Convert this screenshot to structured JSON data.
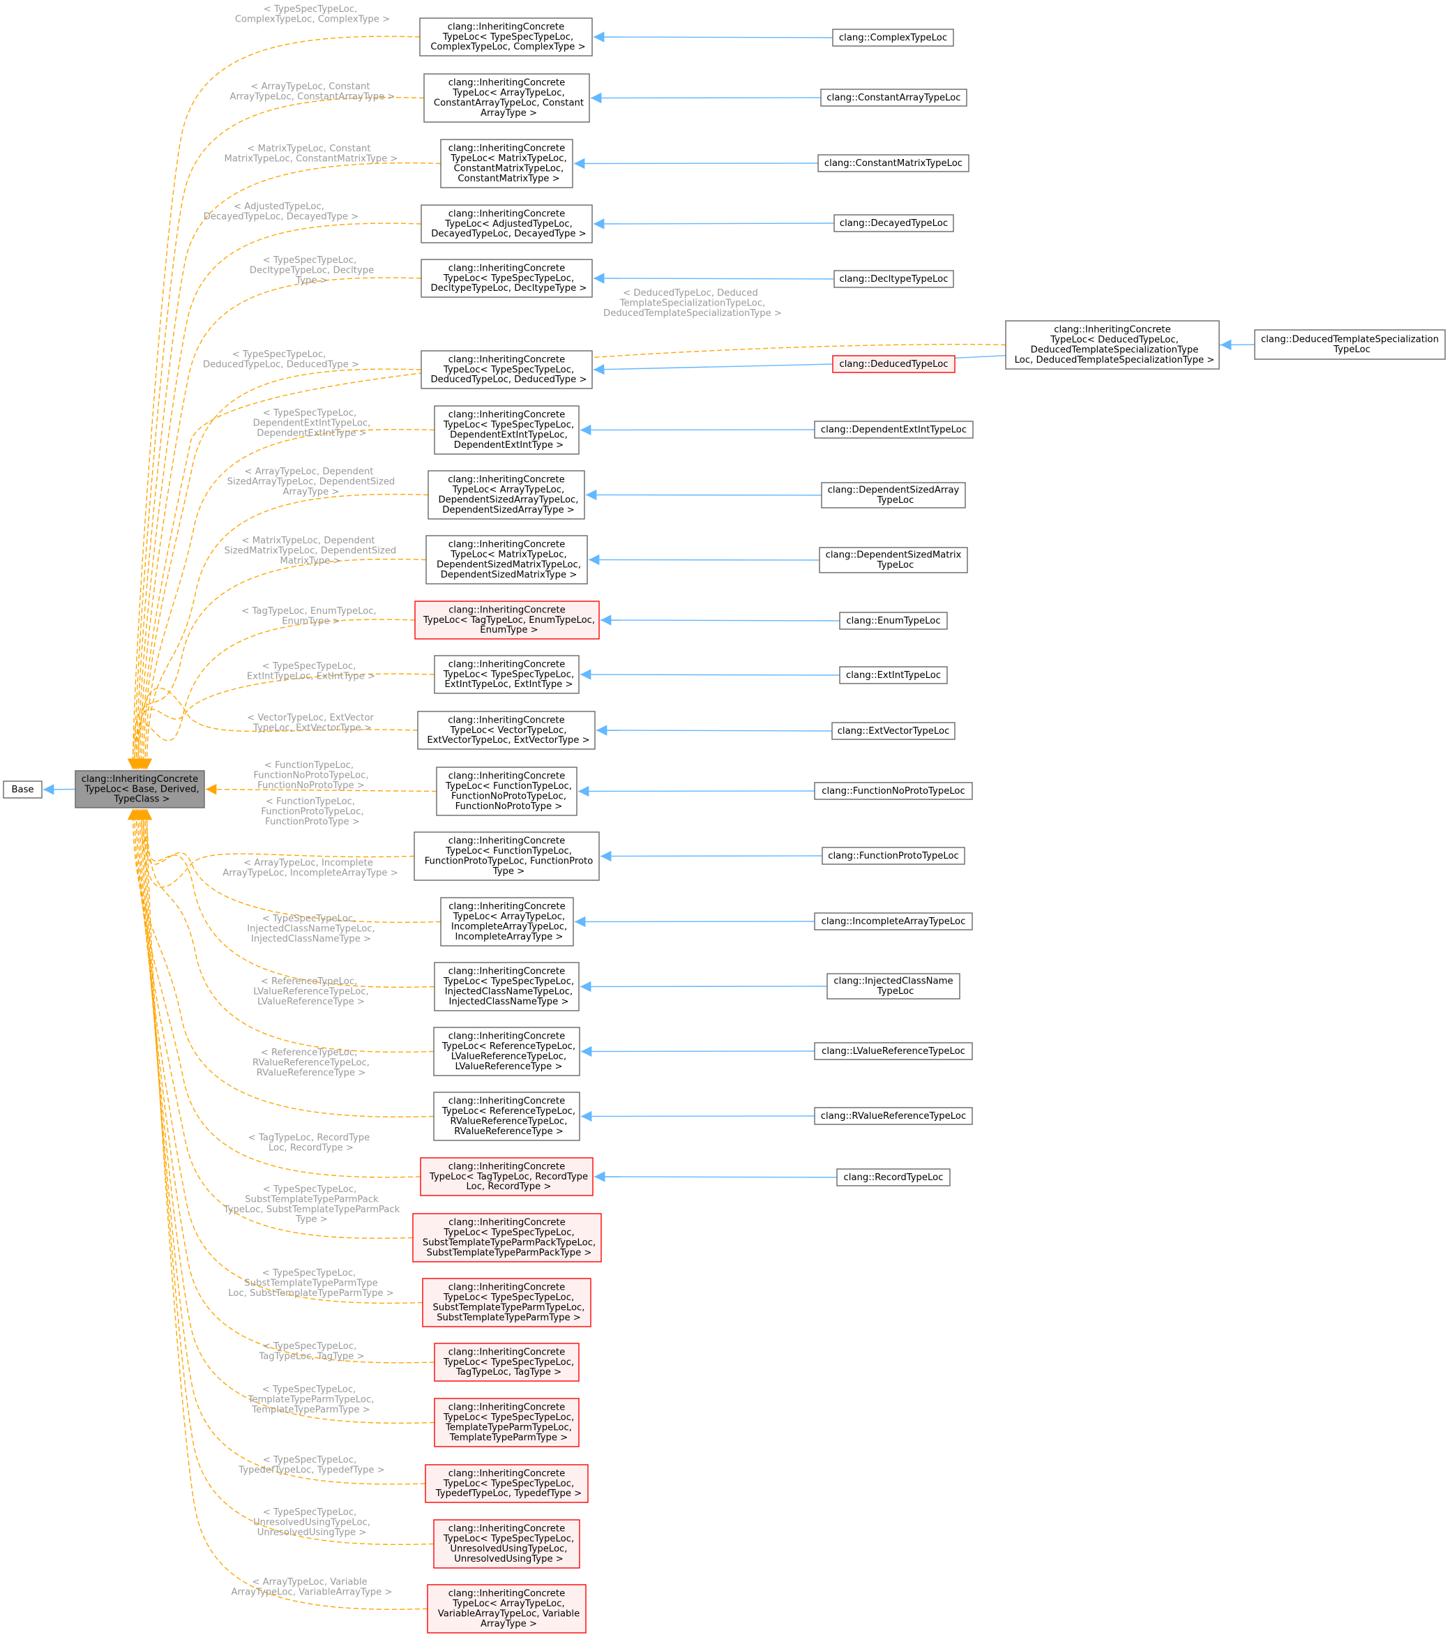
{
  "colors": {
    "normal_fill": "#ffffff",
    "normal_stroke": "#666666",
    "undocumented_fill": "#fff0f0",
    "undocumented_stroke": "#ff0000",
    "focus_fill": "#999999",
    "focus_stroke": "#666666",
    "inherit_edge": "#63b8ff",
    "template_edge": "#ffa500",
    "edge_label": "#9a9a9a"
  },
  "nodes": [
    {
      "id": "base",
      "lines": [
        "Base"
      ]
    },
    {
      "id": "main",
      "lines": [
        "clang::InheritingConcrete",
        "TypeLoc< Base, Derived,",
        "TypeClass >"
      ]
    },
    {
      "id": "t1",
      "lines": [
        "clang::InheritingConcrete",
        "TypeLoc< TypeSpecTypeLoc,",
        "ComplexTypeLoc, ComplexType >"
      ]
    },
    {
      "id": "t2",
      "lines": [
        "clang::InheritingConcrete",
        "TypeLoc< ArrayTypeLoc,",
        "ConstantArrayTypeLoc, Constant",
        "ArrayType >"
      ]
    },
    {
      "id": "t3",
      "lines": [
        "clang::InheritingConcrete",
        "TypeLoc< MatrixTypeLoc,",
        "ConstantMatrixTypeLoc,",
        "ConstantMatrixType >"
      ]
    },
    {
      "id": "t4",
      "lines": [
        "clang::InheritingConcrete",
        "TypeLoc< AdjustedTypeLoc,",
        "DecayedTypeLoc, DecayedType >"
      ]
    },
    {
      "id": "t5",
      "lines": [
        "clang::InheritingConcrete",
        "TypeLoc< TypeSpecTypeLoc,",
        "DecltypeTypeLoc, DecltypeType >"
      ]
    },
    {
      "id": "t6",
      "lines": [
        "clang::InheritingConcrete",
        "TypeLoc< DeducedTypeLoc,",
        "DeducedTemplateSpecializationType",
        "Loc, DeducedTemplateSpecializationType >"
      ]
    },
    {
      "id": "t7",
      "lines": [
        "clang::InheritingConcrete",
        "TypeLoc< TypeSpecTypeLoc,",
        "DeducedTypeLoc, DeducedType >"
      ]
    },
    {
      "id": "t8",
      "lines": [
        "clang::InheritingConcrete",
        "TypeLoc< TypeSpecTypeLoc,",
        "DependentExtIntTypeLoc,",
        "DependentExtIntType >"
      ]
    },
    {
      "id": "t9",
      "lines": [
        "clang::InheritingConcrete",
        "TypeLoc< ArrayTypeLoc,",
        "DependentSizedArrayTypeLoc,",
        "DependentSizedArrayType >"
      ]
    },
    {
      "id": "t10",
      "lines": [
        "clang::InheritingConcrete",
        "TypeLoc< MatrixTypeLoc,",
        "DependentSizedMatrixTypeLoc,",
        "DependentSizedMatrixType >"
      ]
    },
    {
      "id": "t11",
      "lines": [
        "clang::InheritingConcrete",
        "TypeLoc< TagTypeLoc, EnumTypeLoc,",
        "EnumType >"
      ]
    },
    {
      "id": "t12",
      "lines": [
        "clang::InheritingConcrete",
        "TypeLoc< TypeSpecTypeLoc,",
        "ExtIntTypeLoc, ExtIntType >"
      ]
    },
    {
      "id": "t13",
      "lines": [
        "clang::InheritingConcrete",
        "TypeLoc< VectorTypeLoc,",
        "ExtVectorTypeLoc, ExtVectorType >"
      ]
    },
    {
      "id": "t14",
      "lines": [
        "clang::InheritingConcrete",
        "TypeLoc< FunctionTypeLoc,",
        "FunctionNoProtoTypeLoc,",
        "FunctionNoProtoType >"
      ]
    },
    {
      "id": "t15",
      "lines": [
        "clang::InheritingConcrete",
        "TypeLoc< FunctionTypeLoc,",
        "FunctionProtoTypeLoc, FunctionProto",
        "Type >"
      ]
    },
    {
      "id": "t16",
      "lines": [
        "clang::InheritingConcrete",
        "TypeLoc< ArrayTypeLoc,",
        "IncompleteArrayTypeLoc,",
        "IncompleteArrayType >"
      ]
    },
    {
      "id": "t17",
      "lines": [
        "clang::InheritingConcrete",
        "TypeLoc< TypeSpecTypeLoc,",
        "InjectedClassNameTypeLoc,",
        "InjectedClassNameType >"
      ]
    },
    {
      "id": "t18",
      "lines": [
        "clang::InheritingConcrete",
        "TypeLoc< ReferenceTypeLoc,",
        "LValueReferenceTypeLoc,",
        "LValueReferenceType >"
      ]
    },
    {
      "id": "t19",
      "lines": [
        "clang::InheritingConcrete",
        "TypeLoc< ReferenceTypeLoc,",
        "RValueReferenceTypeLoc,",
        "RValueReferenceType >"
      ]
    },
    {
      "id": "t20",
      "lines": [
        "clang::InheritingConcrete",
        "TypeLoc< TagTypeLoc, RecordType",
        "Loc, RecordType >"
      ]
    },
    {
      "id": "t21",
      "lines": [
        "clang::InheritingConcrete",
        "TypeLoc< TypeSpecTypeLoc,",
        "SubstTemplateTypeParmPackTypeLoc,",
        "SubstTemplateTypeParmPackType >"
      ]
    },
    {
      "id": "t22",
      "lines": [
        "clang::InheritingConcrete",
        "TypeLoc< TypeSpecTypeLoc,",
        "SubstTemplateTypeParmTypeLoc,",
        "SubstTemplateTypeParmType >"
      ]
    },
    {
      "id": "t23",
      "lines": [
        "clang::InheritingConcrete",
        "TypeLoc< TypeSpecTypeLoc,",
        "TagTypeLoc, TagType >"
      ]
    },
    {
      "id": "t24",
      "lines": [
        "clang::InheritingConcrete",
        "TypeLoc< TypeSpecTypeLoc,",
        "TemplateTypeParmTypeLoc,",
        "TemplateTypeParmType >"
      ]
    },
    {
      "id": "t25",
      "lines": [
        "clang::InheritingConcrete",
        "TypeLoc< TypeSpecTypeLoc,",
        "TypedefTypeLoc, TypedefType >"
      ]
    },
    {
      "id": "t26",
      "lines": [
        "clang::InheritingConcrete",
        "TypeLoc< TypeSpecTypeLoc,",
        "UnresolvedUsingTypeLoc,",
        "UnresolvedUsingType >"
      ]
    },
    {
      "id": "t27",
      "lines": [
        "clang::InheritingConcrete",
        "TypeLoc< ArrayTypeLoc,",
        "VariableArrayTypeLoc, Variable",
        "ArrayType >"
      ]
    },
    {
      "id": "c1",
      "lines": [
        "clang::ComplexTypeLoc"
      ]
    },
    {
      "id": "c2",
      "lines": [
        "clang::ConstantArrayTypeLoc"
      ]
    },
    {
      "id": "c3",
      "lines": [
        "clang::ConstantMatrixTypeLoc"
      ]
    },
    {
      "id": "c4",
      "lines": [
        "clang::DecayedTypeLoc"
      ]
    },
    {
      "id": "c5",
      "lines": [
        "clang::DecltypeTypeLoc"
      ]
    },
    {
      "id": "c7",
      "lines": [
        "clang::DeducedTypeLoc"
      ]
    },
    {
      "id": "c6",
      "lines": [
        "clang::DeducedTemplateSpecialization",
        "TypeLoc"
      ]
    },
    {
      "id": "c8",
      "lines": [
        "clang::DependentExtIntTypeLoc"
      ]
    },
    {
      "id": "c9",
      "lines": [
        "clang::DependentSizedArray",
        "TypeLoc"
      ]
    },
    {
      "id": "c10",
      "lines": [
        "clang::DependentSizedMatrix",
        "TypeLoc"
      ]
    },
    {
      "id": "c11",
      "lines": [
        "clang::EnumTypeLoc"
      ]
    },
    {
      "id": "c12",
      "lines": [
        "clang::ExtIntTypeLoc"
      ]
    },
    {
      "id": "c13",
      "lines": [
        "clang::ExtVectorTypeLoc"
      ]
    },
    {
      "id": "c14",
      "lines": [
        "clang::FunctionNoProtoTypeLoc"
      ]
    },
    {
      "id": "c15",
      "lines": [
        "clang::FunctionProtoTypeLoc"
      ]
    },
    {
      "id": "c16",
      "lines": [
        "clang::IncompleteArrayTypeLoc"
      ]
    },
    {
      "id": "c17",
      "lines": [
        "clang::InjectedClassName",
        "TypeLoc"
      ]
    },
    {
      "id": "c18",
      "lines": [
        "clang::LValueReferenceTypeLoc"
      ]
    },
    {
      "id": "c19",
      "lines": [
        "clang::RValueReferenceTypeLoc"
      ]
    },
    {
      "id": "c20",
      "lines": [
        "clang::RecordTypeLoc"
      ]
    }
  ],
  "edge_labels": [
    {
      "for": "t1",
      "lines": [
        "< TypeSpecTypeLoc,",
        "ComplexTypeLoc, ComplexType >"
      ]
    },
    {
      "for": "t2",
      "lines": [
        "< ArrayTypeLoc, Constant",
        "ArrayTypeLoc, ConstantArrayType >"
      ]
    },
    {
      "for": "t3",
      "lines": [
        "< MatrixTypeLoc, Constant",
        "MatrixTypeLoc, ConstantMatrixType >"
      ]
    },
    {
      "for": "t4",
      "lines": [
        "< AdjustedTypeLoc,",
        "DecayedTypeLoc, DecayedType >"
      ]
    },
    {
      "for": "t5",
      "lines": [
        "< TypeSpecTypeLoc,",
        "DecltypeTypeLoc, Decltype",
        "Type >"
      ]
    },
    {
      "for": "t6",
      "lines": [
        "< DeducedTypeLoc, Deduced",
        "TemplateSpecializationTypeLoc,",
        "DeducedTemplateSpecializationType >"
      ]
    },
    {
      "for": "t7",
      "lines": [
        "< TypeSpecTypeLoc,",
        "DeducedTypeLoc, DeducedType >"
      ]
    },
    {
      "for": "t8",
      "lines": [
        "< TypeSpecTypeLoc,",
        "DependentExtIntTypeLoc,",
        "DependentExtIntType >"
      ]
    },
    {
      "for": "t9",
      "lines": [
        "< ArrayTypeLoc, Dependent",
        "SizedArrayTypeLoc, DependentSized",
        "ArrayType >"
      ]
    },
    {
      "for": "t10",
      "lines": [
        "< MatrixTypeLoc, Dependent",
        "SizedMatrixTypeLoc, DependentSized",
        "MatrixType >"
      ]
    },
    {
      "for": "t11",
      "lines": [
        "< TagTypeLoc, EnumTypeLoc,",
        "EnumType >"
      ]
    },
    {
      "for": "t12",
      "lines": [
        "< TypeSpecTypeLoc,",
        "ExtIntTypeLoc, ExtIntType >"
      ]
    },
    {
      "for": "t13",
      "lines": [
        "< VectorTypeLoc, ExtVector",
        "TypeLoc, ExtVectorType >"
      ]
    },
    {
      "for": "t14",
      "lines": [
        "< FunctionTypeLoc,",
        "FunctionNoProtoTypeLoc,",
        "FunctionNoProtoType >"
      ]
    },
    {
      "for": "t15",
      "lines": [
        "< FunctionTypeLoc,",
        "FunctionProtoTypeLoc,",
        "FunctionProtoType >"
      ]
    },
    {
      "for": "t16",
      "lines": [
        "< ArrayTypeLoc, Incomplete",
        "ArrayTypeLoc, IncompleteArrayType >"
      ]
    },
    {
      "for": "t17",
      "lines": [
        "< TypeSpecTypeLoc,",
        "InjectedClassNameTypeLoc,",
        "InjectedClassNameType >"
      ]
    },
    {
      "for": "t18",
      "lines": [
        "< ReferenceTypeLoc,",
        "LValueReferenceTypeLoc,",
        "LValueReferenceType >"
      ]
    },
    {
      "for": "t19",
      "lines": [
        "< ReferenceTypeLoc,",
        "RValueReferenceTypeLoc,",
        "RValueReferenceType >"
      ]
    },
    {
      "for": "t20",
      "lines": [
        "< TagTypeLoc, RecordType",
        "Loc, RecordType >"
      ]
    },
    {
      "for": "t21",
      "lines": [
        "< TypeSpecTypeLoc,",
        "SubstTemplateTypeParmPack",
        "TypeLoc, SubstTemplateTypeParmPack",
        "Type >"
      ]
    },
    {
      "for": "t22",
      "lines": [
        "< TypeSpecTypeLoc,",
        "SubstTemplateTypeParmType",
        "Loc, SubstTemplateTypeParmType >"
      ]
    },
    {
      "for": "t23",
      "lines": [
        "< TypeSpecTypeLoc,",
        "TagTypeLoc, TagType >"
      ]
    },
    {
      "for": "t24",
      "lines": [
        "< TypeSpecTypeLoc,",
        "TemplateTypeParmTypeLoc,",
        "TemplateTypeParmType >"
      ]
    },
    {
      "for": "t25",
      "lines": [
        "< TypeSpecTypeLoc,",
        "TypedefTypeLoc, TypedefType >"
      ]
    },
    {
      "for": "t26",
      "lines": [
        "< TypeSpecTypeLoc,",
        "UnresolvedUsingTypeLoc,",
        "UnresolvedUsingType >"
      ]
    },
    {
      "for": "t27",
      "lines": [
        "< ArrayTypeLoc, Variable",
        "ArrayTypeLoc, VariableArrayType >"
      ]
    }
  ],
  "inherit_edges": [
    [
      "main",
      "base"
    ],
    [
      "c1",
      "t1"
    ],
    [
      "c2",
      "t2"
    ],
    [
      "c3",
      "t3"
    ],
    [
      "c4",
      "t4"
    ],
    [
      "c5",
      "t5"
    ],
    [
      "c7",
      "t7"
    ],
    [
      "c7",
      "t6"
    ],
    [
      "c6",
      "t6"
    ],
    [
      "c8",
      "t8"
    ],
    [
      "c9",
      "t9"
    ],
    [
      "c10",
      "t10"
    ],
    [
      "c11",
      "t11"
    ],
    [
      "c12",
      "t12"
    ],
    [
      "c13",
      "t13"
    ],
    [
      "c14",
      "t14"
    ],
    [
      "c15",
      "t15"
    ],
    [
      "c16",
      "t16"
    ],
    [
      "c17",
      "t17"
    ],
    [
      "c18",
      "t18"
    ],
    [
      "c19",
      "t19"
    ],
    [
      "c20",
      "t20"
    ]
  ]
}
